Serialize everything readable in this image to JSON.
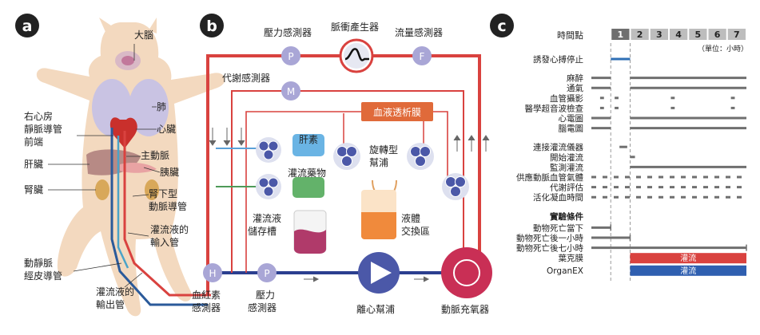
{
  "panels": {
    "a": {
      "badge": "a",
      "labels": {
        "brain": "大腦",
        "lung": "肺",
        "ra_line1": "右心房",
        "ra_line2": "靜脈導管",
        "ra_line3": "前端",
        "heart": "心臟",
        "aorta": "主動脈",
        "liver": "肝臟",
        "pancreas": "胰臟",
        "kidney": "腎臟",
        "infrarenal_line1": "腎下型",
        "infrarenal_line2": "動脈導管",
        "inflow_line1": "灌流液的",
        "inflow_line2": "輸入管",
        "cannula_line1": "動靜脈",
        "cannula_line2": "經皮導管",
        "outflow_line1": "灌流液的",
        "outflow_line2": "輸出管"
      }
    },
    "b": {
      "badge": "b",
      "pulse_generator": "脈衝產生器",
      "pressure_sensor": "壓力感測器",
      "flow_sensor": "流量感測器",
      "metabolic_sensor": "代謝感測器",
      "dialysis": "血液透析膜",
      "heparin": "肝素",
      "drugs": "灌流藥物",
      "rotary_pump_line1": "旋轉型",
      "rotary_pump_line2": "幫浦",
      "reservoir_line1": "灌流液",
      "reservoir_line2": "儲存槽",
      "exchange_line1": "液體",
      "exchange_line2": "交換區",
      "hb_sensor_line1": "血紅素",
      "hb_sensor_line2": "感測器",
      "p_sensor_line1": "壓力",
      "p_sensor_line2": "感測器",
      "centrifugal_pump": "離心幫浦",
      "oxygenator": "動脈充氧器",
      "letter_p": "P",
      "letter_f": "F",
      "letter_m": "M",
      "letter_h": "H"
    },
    "c": {
      "badge": "c",
      "timepoint_label": "時間點",
      "unit_note": "（單位：小時）",
      "perfusion_label": "灌流"
    }
  },
  "colors": {
    "badge": "#222222",
    "arterial": "#d9423f",
    "venous": "#2b3f8f",
    "organ_bg": "#d8d3e8",
    "heparin": "#5aa0d8",
    "drugs": "#4e9a58",
    "dialysis": "#e06a3a",
    "pump_circle": "#4b58a8",
    "bar_gray": "#6f6f6f",
    "bar_blue": "#2f6fb5",
    "organex_blue": "#2f5fb0",
    "ecmo_red": "#d9423f",
    "tick_1": "#6f6f6f",
    "tick_other": "#bdbdbd"
  },
  "chart_data": {
    "type": "gantt",
    "x_label": "時間點",
    "x_unit": "（單位：小時）",
    "x_ticks": [
      "1",
      "2",
      "3",
      "4",
      "5",
      "6",
      "7"
    ],
    "domain": [
      -1,
      7
    ],
    "dashed_markers": [
      0,
      1
    ],
    "groups": [
      {
        "rows": [
          {
            "label": "誘發心搏停止",
            "segments": [
              [
                0,
                1
              ]
            ],
            "color": "blue"
          }
        ]
      },
      {
        "rows": [
          {
            "label": "麻醉",
            "segments": [
              [
                -1,
                0
              ],
              [
                1,
                7
              ]
            ]
          },
          {
            "label": "通氣",
            "segments": [
              [
                -1,
                0
              ],
              [
                1,
                7
              ]
            ]
          },
          {
            "label": "血管攝影",
            "segments": [
              [
                -0.55,
                -0.35
              ],
              [
                0.2,
                0.4
              ],
              [
                3.1,
                3.3
              ],
              [
                6.2,
                6.4
              ]
            ]
          },
          {
            "label": "醫學超音波檢查",
            "segments": [
              [
                -0.55,
                -0.35
              ],
              [
                0.2,
                0.4
              ],
              [
                3.1,
                3.3
              ],
              [
                6.2,
                6.4
              ]
            ]
          },
          {
            "label": "心電圖",
            "segments": [
              [
                -1,
                0
              ],
              [
                1,
                7
              ]
            ]
          },
          {
            "label": "腦電圖",
            "segments": [
              [
                -1,
                0
              ],
              [
                1,
                7
              ]
            ]
          }
        ]
      },
      {
        "rows": [
          {
            "label": "連接灌流儀器",
            "segments": [
              [
                0.45,
                0.85
              ]
            ]
          },
          {
            "label": "開始灌流",
            "segments": [
              [
                1,
                1.25
              ]
            ]
          },
          {
            "label": "監測灌流",
            "segments": [
              [
                1,
                7
              ]
            ]
          },
          {
            "label": "供應動脈血管氣體",
            "segments": [
              [
                -1,
                7
              ]
            ],
            "dashed": true
          },
          {
            "label": "代謝評估",
            "segments": [
              [
                -1,
                7
              ]
            ],
            "dashed": true
          },
          {
            "label": "活化凝血時間",
            "segments": [
              [
                -1,
                7
              ]
            ],
            "dashed": true
          }
        ]
      },
      {
        "header": "實驗條件",
        "rows": [
          {
            "label": "動物死亡當下",
            "segments": [
              [
                -1,
                0
              ]
            ],
            "end_tick": true
          },
          {
            "label": "動物死亡後一小時",
            "segments": [
              [
                -1,
                1
              ]
            ],
            "end_tick": true
          },
          {
            "label": "動物死亡後七小時",
            "segments": [
              [
                -1,
                7
              ]
            ],
            "end_tick": true
          },
          {
            "label": "葉克膜",
            "segments": [
              [
                1,
                7
              ]
            ],
            "block": "red",
            "text": "灌流"
          },
          {
            "label": "OrganEX",
            "segments": [
              [
                1,
                7
              ]
            ],
            "block": "blue",
            "text": "灌流"
          }
        ]
      }
    ]
  }
}
